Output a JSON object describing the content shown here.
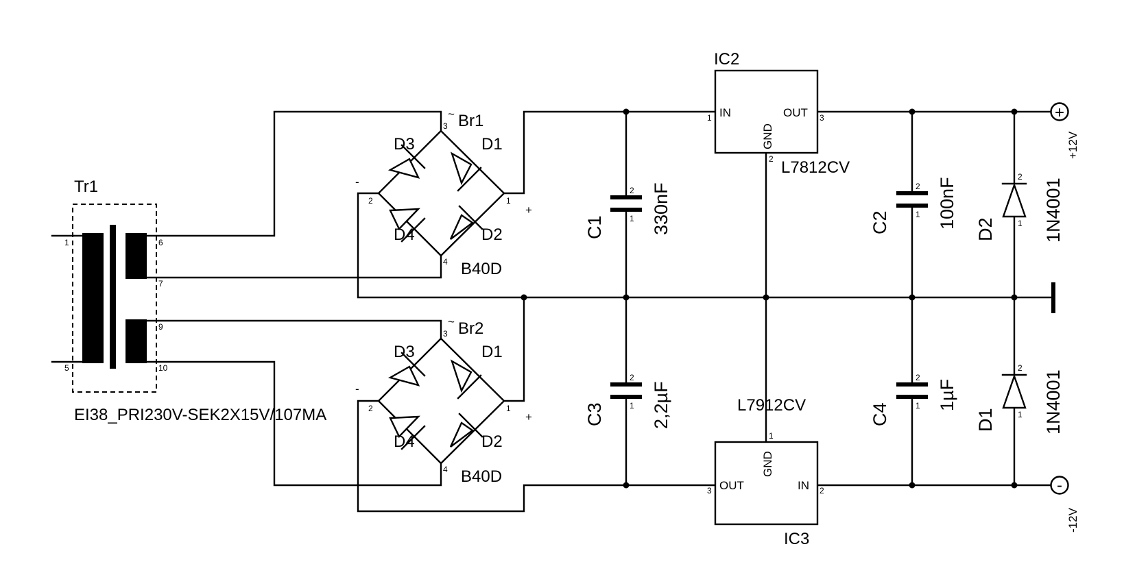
{
  "transformer": {
    "ref": "Tr1",
    "value": "EI38_PRI230V-SEK2X15V/107MA",
    "pins": [
      "1",
      "5",
      "6",
      "7",
      "9",
      "10"
    ]
  },
  "bridges": [
    {
      "ref": "Br1",
      "value": "B40D",
      "tilde": "~",
      "minus": "-",
      "plus": "+",
      "diodes": [
        "D3",
        "D1",
        "D4",
        "D2"
      ],
      "pins": {
        "top": "3",
        "left": "2",
        "right": "1",
        "bottom": "4"
      }
    },
    {
      "ref": "Br2",
      "value": "B40D",
      "tilde": "~",
      "minus": "-",
      "plus": "+",
      "diodes": [
        "D3",
        "D1",
        "D4",
        "D2"
      ],
      "pins": {
        "top": "3",
        "left": "2",
        "right": "1",
        "bottom": "4"
      }
    }
  ],
  "capacitors": [
    {
      "ref": "C1",
      "value": "330nF",
      "pin_top": "2",
      "pin_bottom": "1"
    },
    {
      "ref": "C3",
      "value": "2,2µF",
      "pin_top": "2",
      "pin_bottom": "1"
    },
    {
      "ref": "C2",
      "value": "100nF",
      "pin_top": "2",
      "pin_bottom": "1"
    },
    {
      "ref": "C4",
      "value": "1µF",
      "pin_top": "2",
      "pin_bottom": "1"
    }
  ],
  "regulators": [
    {
      "ref": "IC2",
      "value": "L7812CV",
      "in": "IN",
      "out": "OUT",
      "gnd": "GND",
      "pin_in": "1",
      "pin_out": "3",
      "pin_gnd": "2"
    },
    {
      "ref": "IC3",
      "value": "L7912CV",
      "in": "IN",
      "out": "OUT",
      "gnd": "GND",
      "pin_in": "2",
      "pin_out": "3",
      "pin_gnd": "1"
    }
  ],
  "protection_diodes": [
    {
      "ref": "D2",
      "value": "1N4001",
      "pin_top": "2",
      "pin_bottom": "1"
    },
    {
      "ref": "D1",
      "value": "1N4001",
      "pin_top": "2",
      "pin_bottom": "1"
    }
  ],
  "outputs": {
    "positive": {
      "symbol": "+",
      "label": "+12V"
    },
    "negative": {
      "symbol": "-",
      "label": "-12V"
    }
  }
}
